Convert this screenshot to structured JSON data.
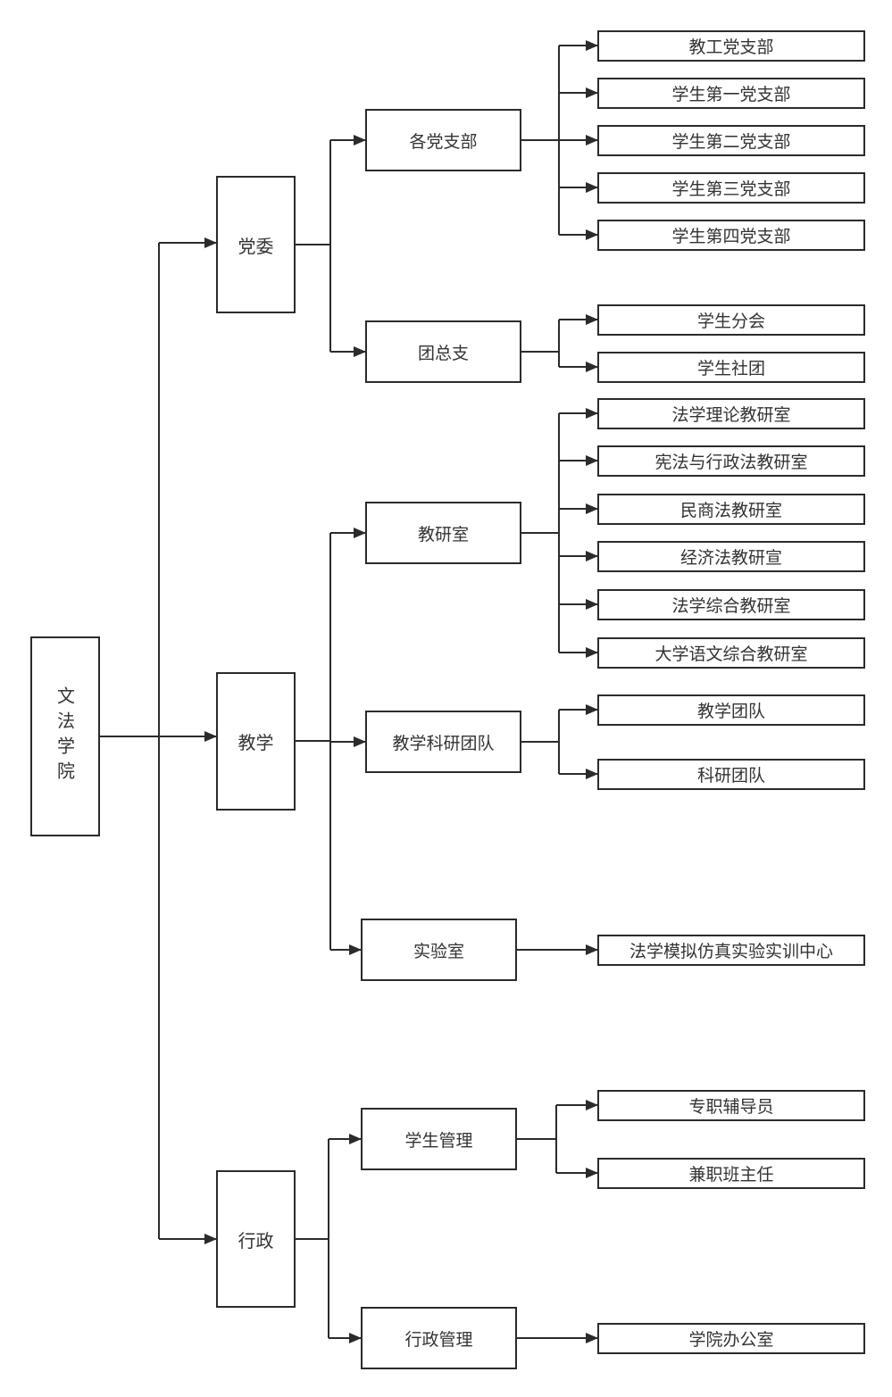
{
  "root": {
    "label": "文法学院"
  },
  "level1": [
    {
      "id": "party",
      "label": "党委"
    },
    {
      "id": "teaching",
      "label": "教学"
    },
    {
      "id": "admin",
      "label": "行政"
    }
  ],
  "level2": [
    {
      "id": "branches",
      "label": "各党支部"
    },
    {
      "id": "league",
      "label": "团总支"
    },
    {
      "id": "research_rooms",
      "label": "教研室"
    },
    {
      "id": "teams",
      "label": "教学科研团队"
    },
    {
      "id": "lab",
      "label": "实验室"
    },
    {
      "id": "student_mgmt",
      "label": "学生管理"
    },
    {
      "id": "admin_mgmt",
      "label": "行政管理"
    }
  ],
  "level3": [
    {
      "label": "教工党支部"
    },
    {
      "label": "学生第一党支部"
    },
    {
      "label": "学生第二党支部"
    },
    {
      "label": "学生第三党支部"
    },
    {
      "label": "学生第四党支部"
    },
    {
      "label": "学生分会"
    },
    {
      "label": "学生社团"
    },
    {
      "label": "法学理论教研室"
    },
    {
      "label": "宪法与行政法教研室"
    },
    {
      "label": "民商法教研室"
    },
    {
      "label": "经济法教研宣"
    },
    {
      "label": "法学综合教研室"
    },
    {
      "label": "大学语文综合教研室"
    },
    {
      "label": "教学团队"
    },
    {
      "label": "科研团队"
    },
    {
      "label": "法学模拟仿真实验实训中心"
    },
    {
      "label": "专职辅导员"
    },
    {
      "label": "兼职班主任"
    },
    {
      "label": "学院办公室"
    }
  ],
  "colors": {
    "line": "#2b2b2b",
    "text": "#333333",
    "border": "#2b2b2b"
  }
}
